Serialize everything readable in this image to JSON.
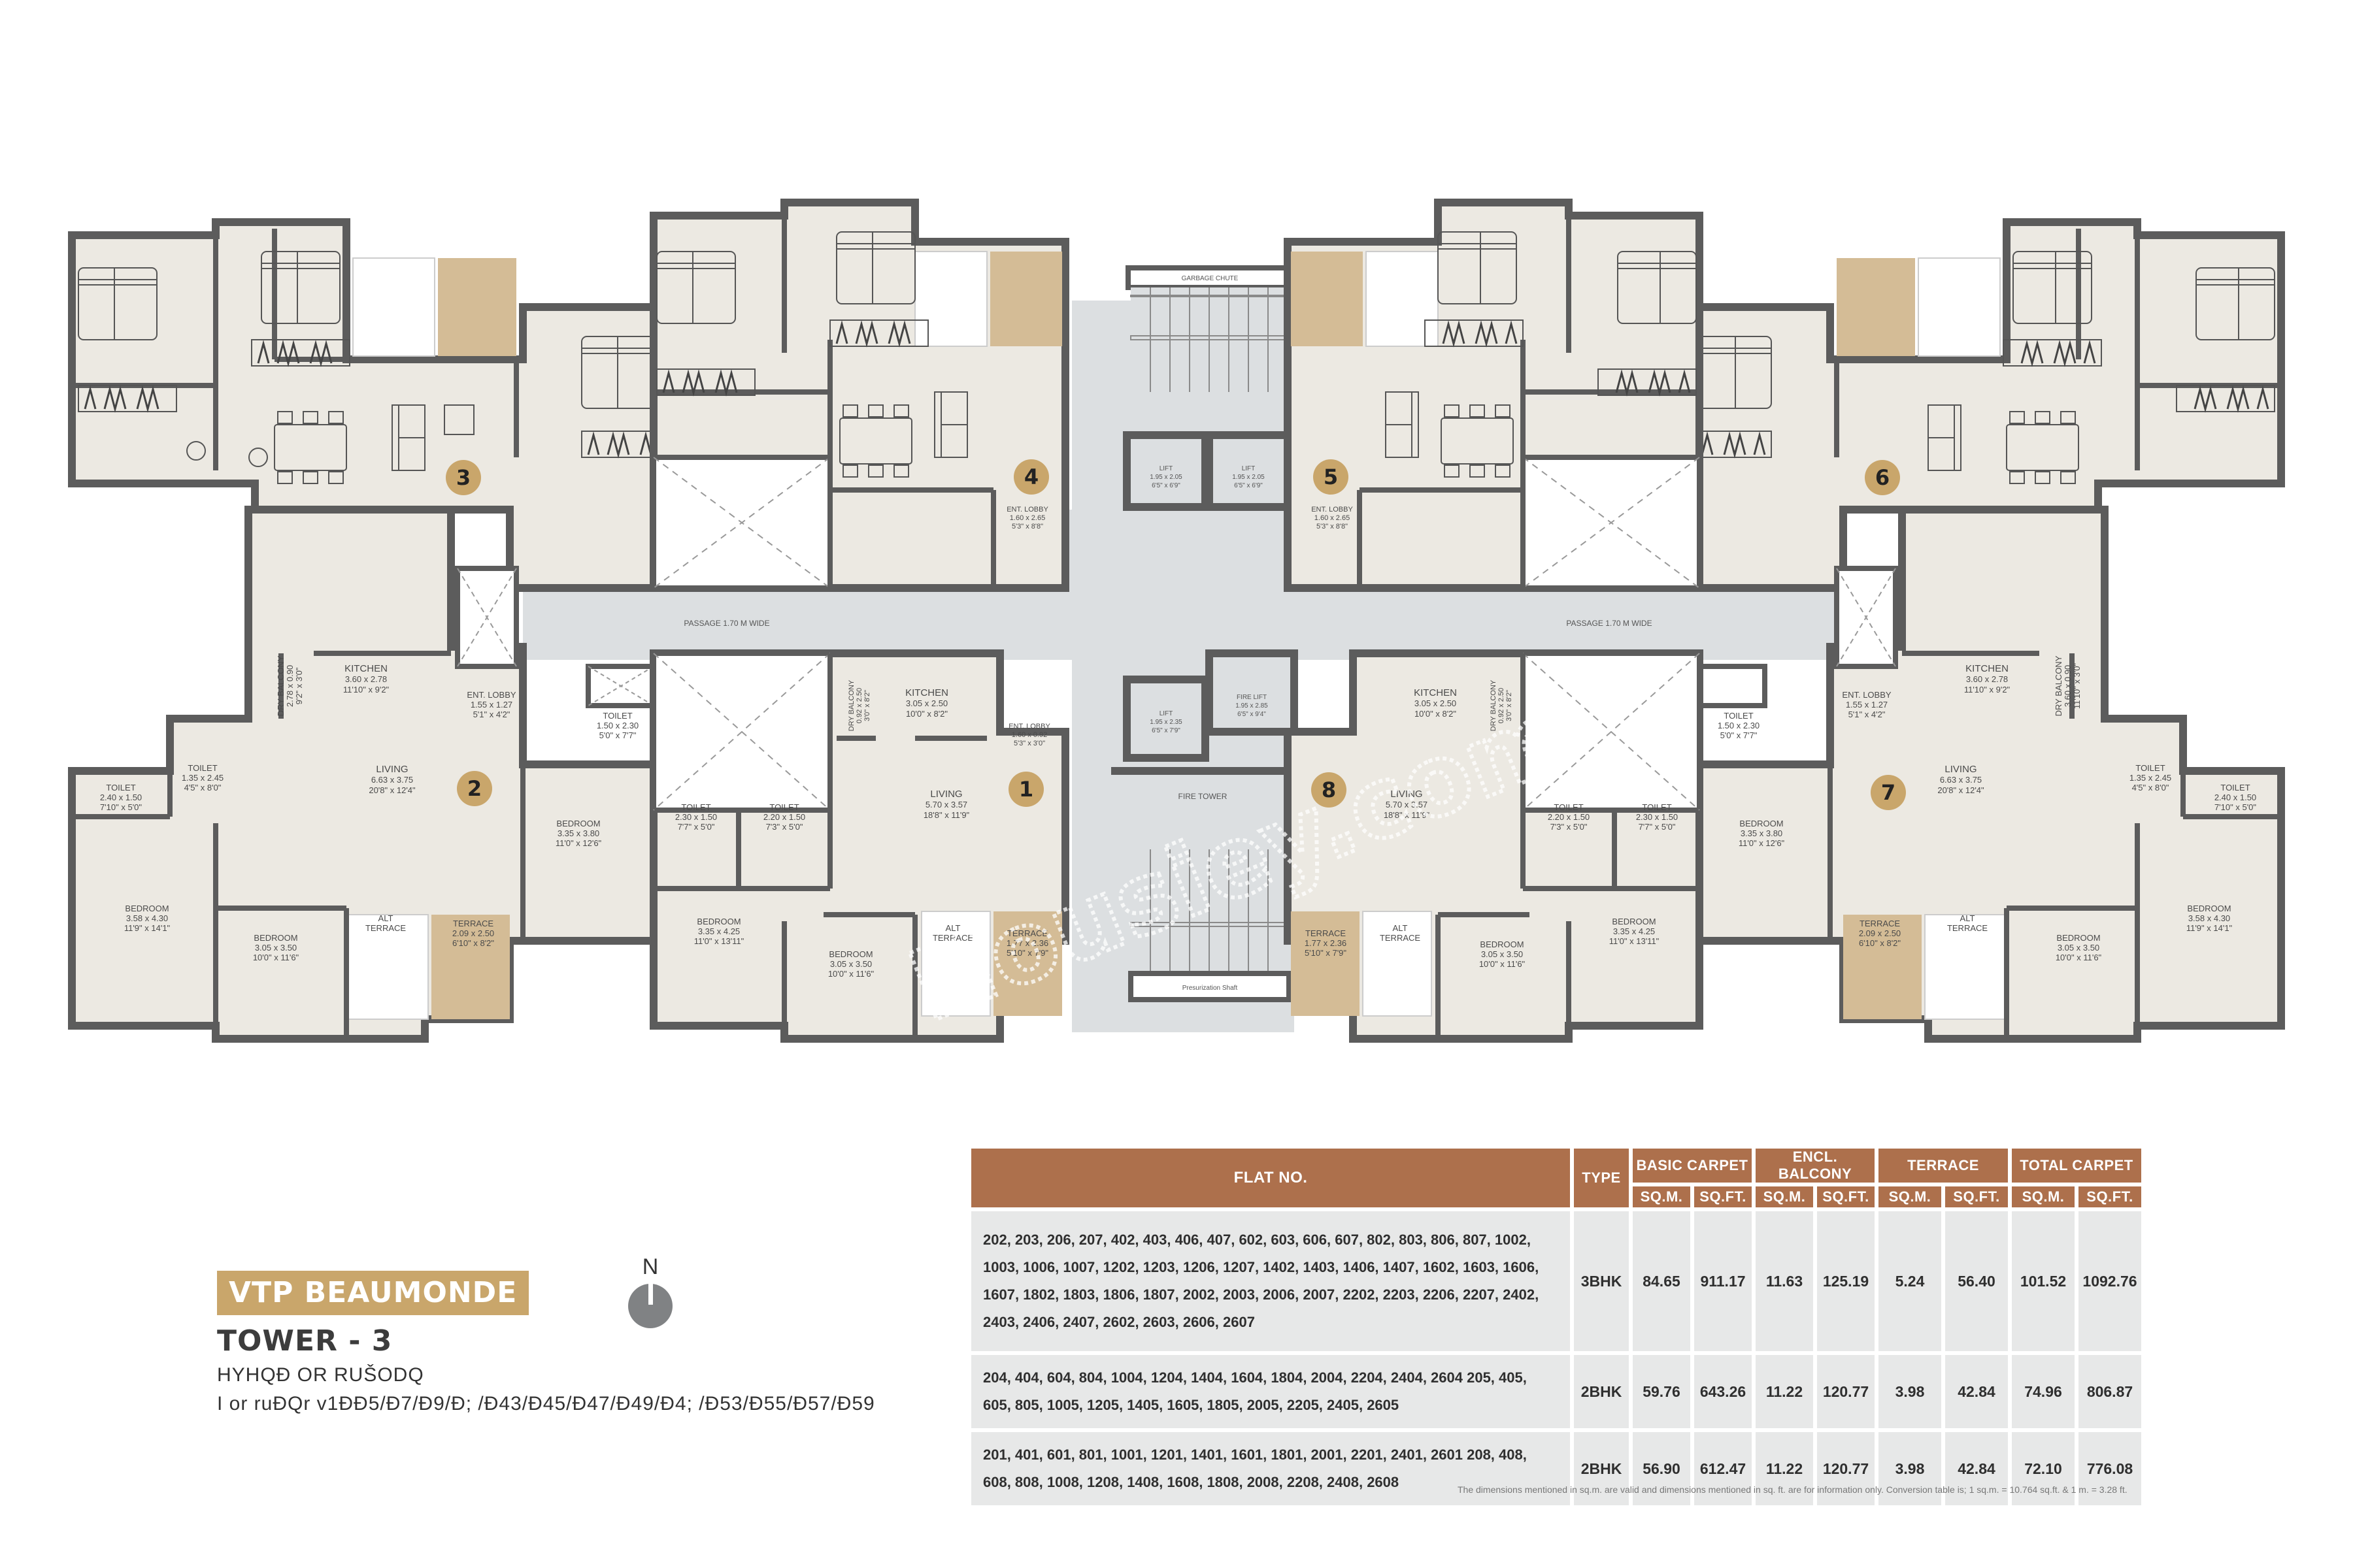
{
  "project": {
    "brand": "VTP BEAUMONDE",
    "tower": "TOWER - 3",
    "subtitle_line1": "HYHQÐ OR RUŠODQ",
    "subtitle_line2": "I or ruÐQr v1ÐÐ5/Ð7/Ð9/Ð; /Ð43/Ð45/Ð47/Ð49/Ð4; /Ð53/Ð55/Ð57/Ð59",
    "north_label": "N"
  },
  "colors": {
    "wall": "#5c5c5c",
    "floor": "#ece9e2",
    "passage": "#dcdfe1",
    "terrace": "#d4bc96",
    "badge": "#c9a66b",
    "table_header": "#ad704c",
    "table_cell": "#e7e8e8"
  },
  "core": {
    "passage_left": "PASSAGE 1.70 M WIDE",
    "passage_right": "PASSAGE 1.70 M WIDE",
    "garbage_chute": "GARBAGE CHUTE",
    "pressurization_shaft": "Presurization Shaft",
    "fire_tower": "FIRE TOWER",
    "lifts": [
      {
        "name": "LIFT",
        "m": "1.95 x 2.05",
        "ft": "6'5\" x 6'9\""
      },
      {
        "name": "LIFT",
        "m": "1.95 x 2.05",
        "ft": "6'5\" x 6'9\""
      },
      {
        "name": "LIFT",
        "m": "1.95 x 2.35",
        "ft": "6'5\" x 7'9\""
      },
      {
        "name": "FIRE LIFT",
        "m": "1.95 x 2.85",
        "ft": "6'5\" x 9'4\""
      }
    ]
  },
  "units": {
    "u1": {
      "badge": "1",
      "kitchen": {
        "name": "KITCHEN",
        "m": "3.05 x 2.50",
        "ft": "10'0\" x 8'2\""
      },
      "dry": {
        "name": "DRY BALCONY",
        "m": "0.92 x 2.50",
        "ft": "3'0\" x 8'2\""
      },
      "lobby": {
        "name": "ENT. LOBBY",
        "m": "1.60 x 0.92",
        "ft": "5'3\" x 3'0\""
      },
      "living": {
        "name": "LIVING",
        "m": "5.70 x 3.57",
        "ft": "18'8\" x 11'9\""
      },
      "toilet_a": {
        "name": "TOILET",
        "m": "2.30 x 1.50",
        "ft": "7'7\" x 5'0\""
      },
      "toilet_b": {
        "name": "TOILET",
        "m": "2.20 x 1.50",
        "ft": "7'3\" x 5'0\""
      },
      "bed_a": {
        "name": "BEDROOM",
        "m": "3.35 x 4.25",
        "ft": "11'0\" x 13'11\""
      },
      "bed_b": {
        "name": "BEDROOM",
        "m": "3.05 x 3.50",
        "ft": "10'0\" x 11'6\""
      },
      "alt": {
        "name1": "ALT",
        "name2": "TERRACE"
      },
      "terrace": {
        "name": "TERRACE",
        "m": "1.77 x 2.36",
        "ft": "5'10\" x 7'9\""
      }
    },
    "u2": {
      "badge": "2",
      "kitchen": {
        "name": "KITCHEN",
        "m": "3.60 x 2.78",
        "ft": "11'10\" x 9'2\""
      },
      "dry": {
        "name": "DRY BALCONY",
        "m": "2.78 x 0.90",
        "ft": "9'2\" x 3'0\""
      },
      "lobby": {
        "name": "ENT. LOBBY",
        "m": "1.55 x 1.27",
        "ft": "5'1\" x 4'2\""
      },
      "living": {
        "name": "LIVING",
        "m": "6.63 x 3.75",
        "ft": "20'8\" x 12'4\""
      },
      "toilet_a": {
        "name": "TOILET",
        "m": "2.40 x 1.50",
        "ft": "7'10\" x 5'0\""
      },
      "toilet_b": {
        "name": "TOILET",
        "m": "1.35 x 2.45",
        "ft": "4'5\" x 8'0\""
      },
      "toilet_c": {
        "name": "TOILET",
        "m": "1.50 x 2.30",
        "ft": "5'0\" x 7'7\""
      },
      "bed_a": {
        "name": "BEDROOM",
        "m": "3.58 x 4.30",
        "ft": "11'9\" x 14'1\""
      },
      "bed_b": {
        "name": "BEDROOM",
        "m": "3.05 x 3.50",
        "ft": "10'0\" x 11'6\""
      },
      "bed_c": {
        "name": "BEDROOM",
        "m": "3.35 x 3.80",
        "ft": "11'0\" x 12'6\""
      },
      "alt": {
        "name1": "ALT",
        "name2": "TERRACE"
      },
      "terrace": {
        "name": "TERRACE",
        "m": "2.09 x 2.50",
        "ft": "6'10\" x 8'2\""
      }
    },
    "u3": {
      "badge": "3"
    },
    "u4": {
      "badge": "4",
      "lobby": {
        "name": "ENT. LOBBY",
        "m": "1.60 x 2.65",
        "ft": "5'3\" x 8'8\""
      }
    },
    "u5": {
      "badge": "5",
      "lobby": {
        "name": "ENT. LOBBY",
        "m": "1.60 x 2.65",
        "ft": "5'3\" x 8'8\""
      }
    },
    "u6": {
      "badge": "6"
    },
    "u7": {
      "badge": "7",
      "kitchen": {
        "name": "KITCHEN",
        "m": "3.60 x 2.78",
        "ft": "11'10\" x 9'2\""
      },
      "dry": {
        "name": "DRY BALCONY",
        "m": "3.60 x 0.90",
        "ft": "11'10\" x 3'0\""
      },
      "lobby": {
        "name": "ENT. LOBBY",
        "m": "1.55 x 1.27",
        "ft": "5'1\" x 4'2\""
      },
      "living": {
        "name": "LIVING",
        "m": "6.63 x 3.75",
        "ft": "20'8\" x 12'4\""
      },
      "toilet_a": {
        "name": "TOILET",
        "m": "2.40 x 1.50",
        "ft": "7'10\" x 5'0\""
      },
      "toilet_b": {
        "name": "TOILET",
        "m": "1.35 x 2.45",
        "ft": "4'5\" x 8'0\""
      },
      "toilet_c": {
        "name": "TOILET",
        "m": "1.50 x 2.30",
        "ft": "5'0\" x 7'7\""
      },
      "bed_a": {
        "name": "BEDROOM",
        "m": "3.58 x 4.30",
        "ft": "11'9\" x 14'1\""
      },
      "bed_b": {
        "name": "BEDROOM",
        "m": "3.05 x 3.50",
        "ft": "10'0\" x 11'6\""
      },
      "bed_c": {
        "name": "BEDROOM",
        "m": "3.35 x 3.80",
        "ft": "11'0\" x 12'6\""
      },
      "alt": {
        "name1": "ALT",
        "name2": "TERRACE"
      },
      "terrace": {
        "name": "TERRACE",
        "m": "2.09 x 2.50",
        "ft": "6'10\" x 8'2\""
      }
    },
    "u8": {
      "badge": "8",
      "kitchen": {
        "name": "KITCHEN",
        "m": "3.05 x 2.50",
        "ft": "10'0\" x 8'2\""
      },
      "dry": {
        "name": "DRY BALCONY",
        "m": "0.92 x 2.50",
        "ft": "3'0\" x 8'2\""
      },
      "living": {
        "name": "LIVING",
        "m": "5.70 x 3.57",
        "ft": "18'8\" x 11'9\""
      },
      "toilet_a": {
        "name": "TOILET",
        "m": "2.20 x 1.50",
        "ft": "7'3\" x 5'0\""
      },
      "toilet_b": {
        "name": "TOILET",
        "m": "2.30 x 1.50",
        "ft": "7'7\" x 5'0\""
      },
      "bed_a": {
        "name": "BEDROOM",
        "m": "3.35 x 4.25",
        "ft": "11'0\" x 13'11\""
      },
      "bed_b": {
        "name": "BEDROOM",
        "m": "3.05 x 3.50",
        "ft": "10'0\" x 11'6\""
      },
      "alt": {
        "name1": "ALT",
        "name2": "TERRACE"
      },
      "terrace": {
        "name": "TERRACE",
        "m": "1.77 x 2.36",
        "ft": "5'10\" x 7'9\""
      }
    }
  },
  "watermark": "Housiey.com",
  "table": {
    "headers": {
      "flat_no": "FLAT NO.",
      "type": "TYPE",
      "basic_carpet": "BASIC CARPET",
      "encl_balcony": "ENCL. BALCONY",
      "terrace": "TERRACE",
      "total_carpet": "TOTAL CARPET",
      "sqm": "SQ.M.",
      "sqft": "SQ.FT."
    },
    "rows": [
      {
        "flats": "202, 203, 206, 207, 402, 403, 406, 407, 602, 603, 606, 607, 802, 803, 806, 807, 1002, 1003, 1006, 1007, 1202, 1203, 1206, 1207, 1402, 1403, 1406, 1407, 1602, 1603, 1606, 1607, 1802, 1803, 1806, 1807, 2002, 2003, 2006, 2007, 2202, 2203, 2206, 2207, 2402, 2403, 2406, 2407, 2602, 2603, 2606, 2607",
        "type": "3BHK",
        "basic_sqm": "84.65",
        "basic_sqft": "911.17",
        "balc_sqm": "11.63",
        "balc_sqft": "125.19",
        "ter_sqm": "5.24",
        "ter_sqft": "56.40",
        "tot_sqm": "101.52",
        "tot_sqft": "1092.76"
      },
      {
        "flats": "204, 404, 604, 804, 1004, 1204, 1404, 1604, 1804, 2004, 2204, 2404, 2604 205, 405, 605, 805, 1005, 1205, 1405, 1605, 1805, 2005, 2205, 2405, 2605",
        "type": "2BHK",
        "basic_sqm": "59.76",
        "basic_sqft": "643.26",
        "balc_sqm": "11.22",
        "balc_sqft": "120.77",
        "ter_sqm": "3.98",
        "ter_sqft": "42.84",
        "tot_sqm": "74.96",
        "tot_sqft": "806.87"
      },
      {
        "flats": "201, 401, 601, 801, 1001, 1201, 1401, 1601, 1801, 2001, 2201, 2401, 2601 208, 408, 608, 808, 1008, 1208, 1408, 1608, 1808, 2008, 2208, 2408, 2608",
        "type": "2BHK",
        "basic_sqm": "56.90",
        "basic_sqft": "612.47",
        "balc_sqm": "11.22",
        "balc_sqft": "120.77",
        "ter_sqm": "3.98",
        "ter_sqft": "42.84",
        "tot_sqm": "72.10",
        "tot_sqft": "776.08"
      }
    ],
    "footnote": "The dimensions mentioned in sq.m. are valid and dimensions mentioned in sq. ft. are for information only. Conversion table is; 1 sq.m. = 10.764 sq.ft. & 1 m. = 3.28 ft."
  }
}
